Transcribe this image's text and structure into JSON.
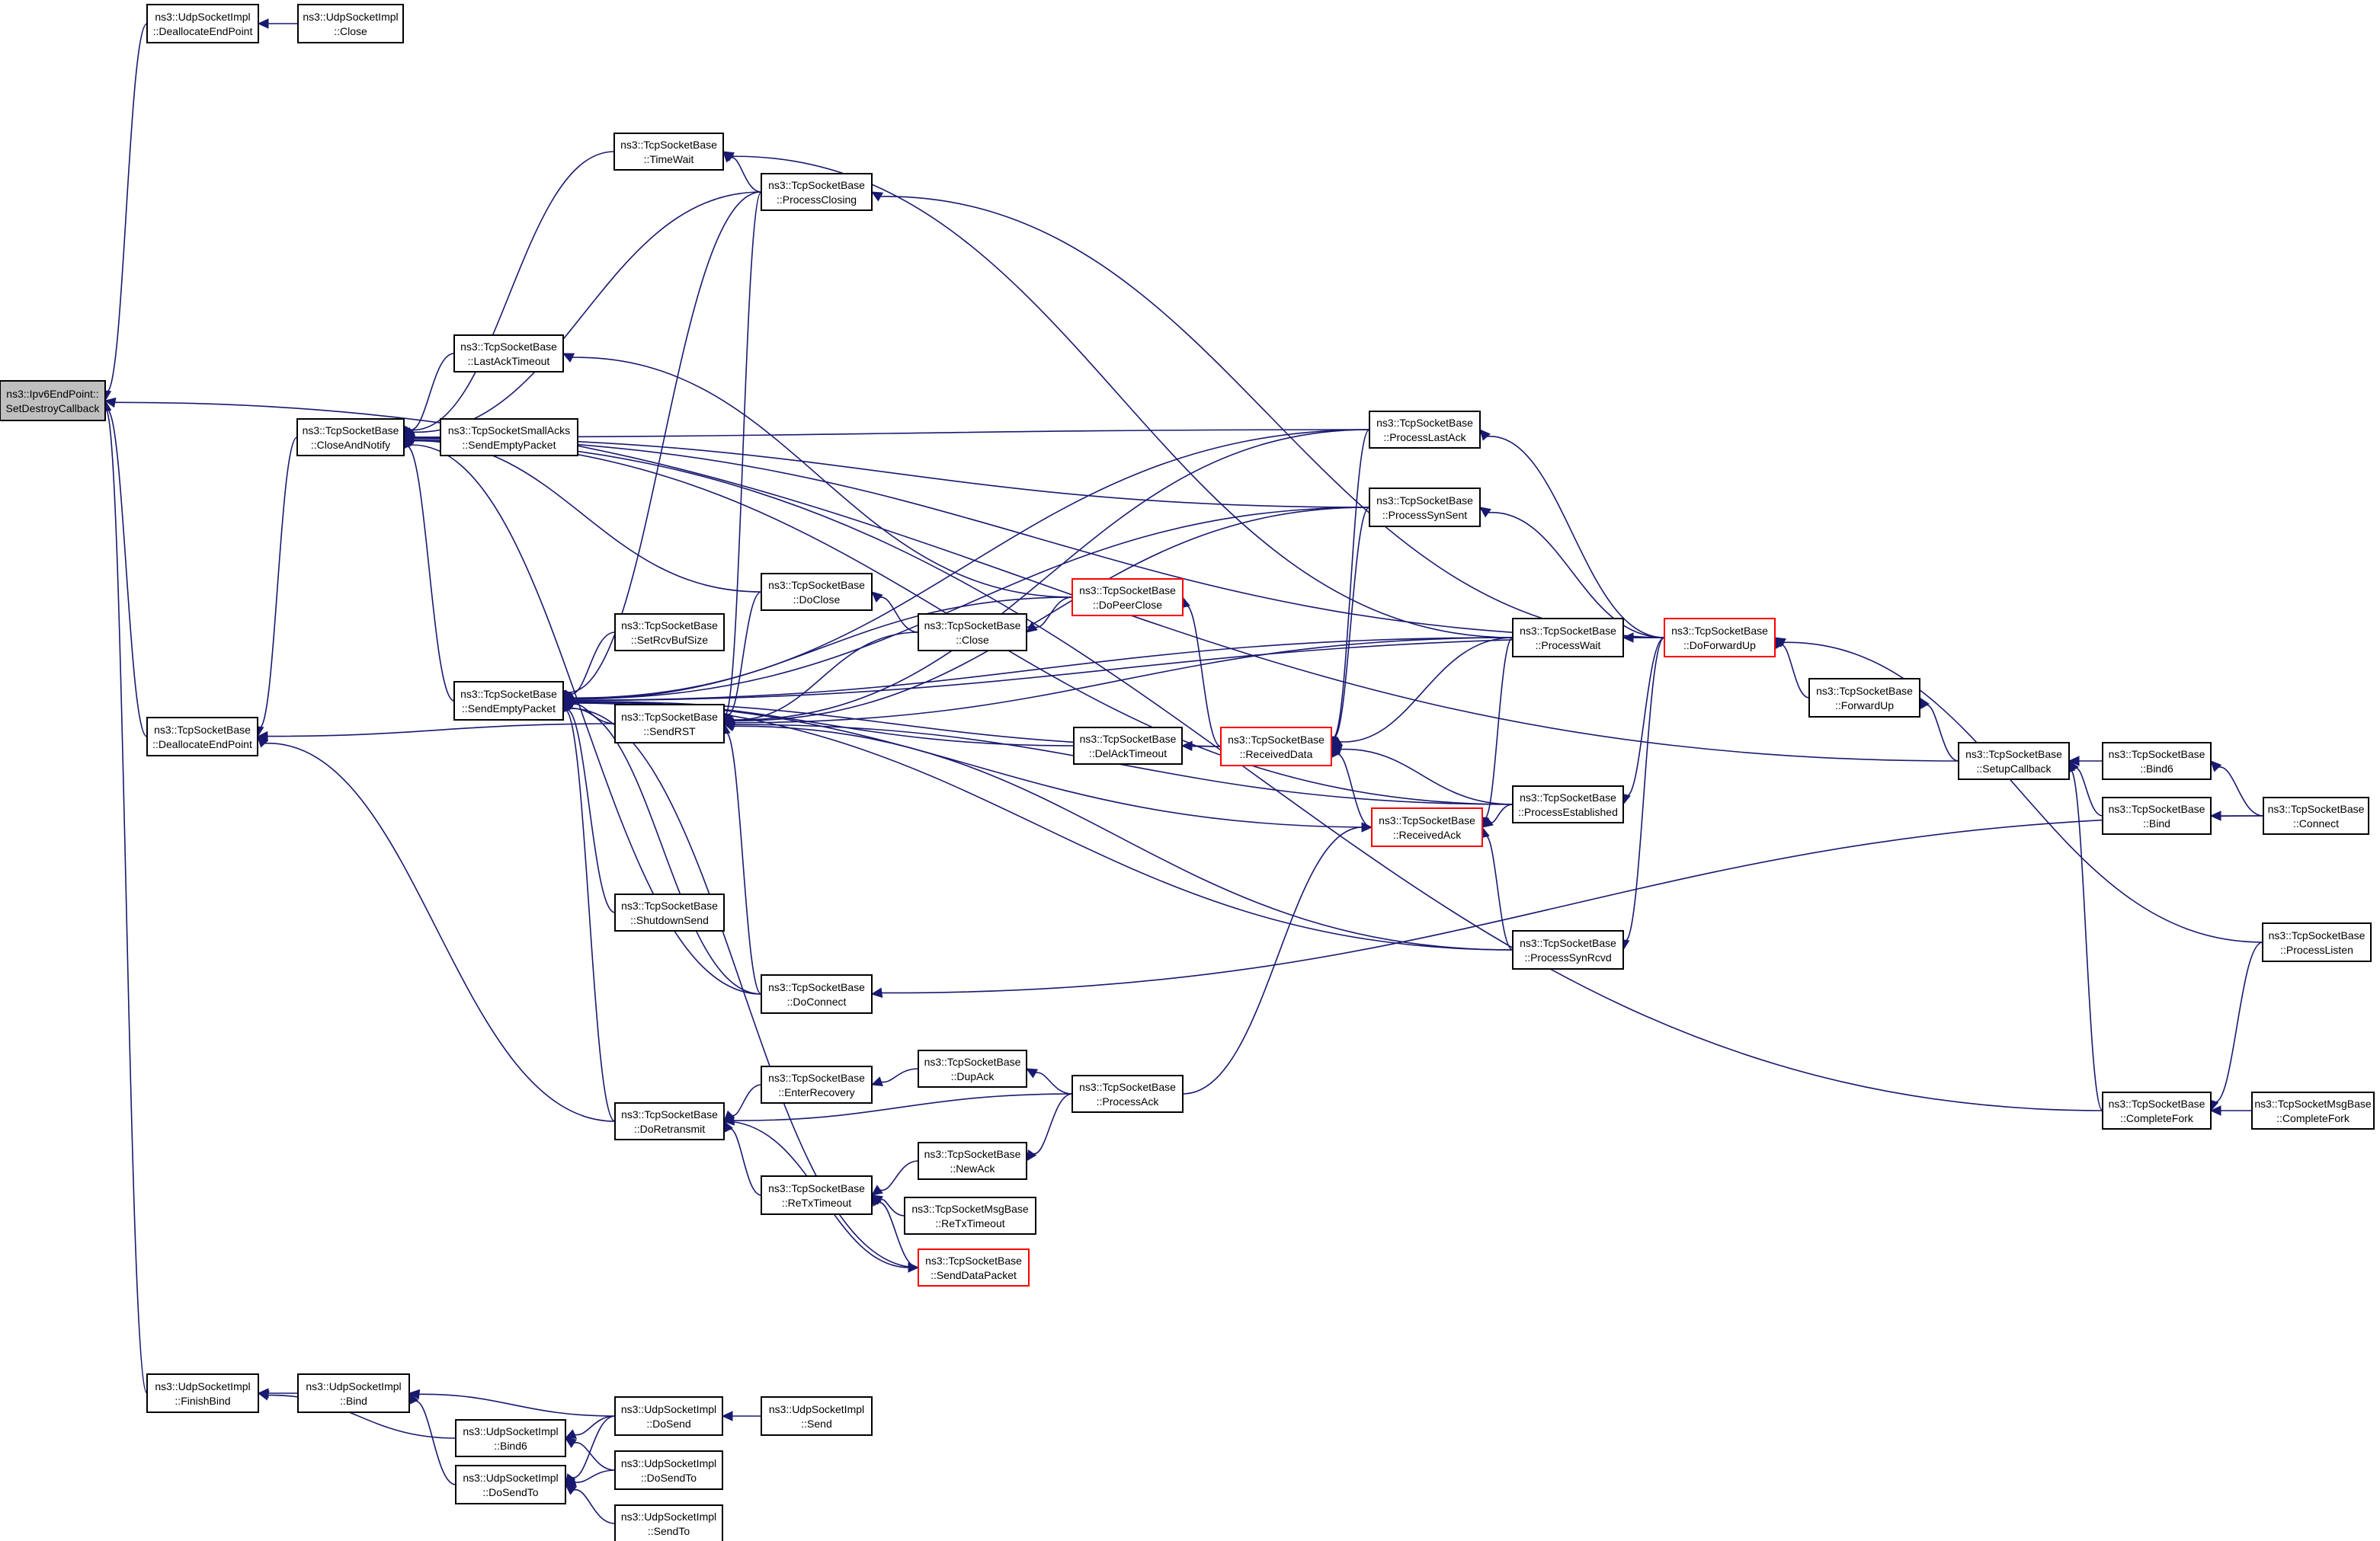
{
  "graph": {
    "colors": {
      "edge": "#191970",
      "node_border": "#000000",
      "highlight_border": "#ff0000",
      "root_fill": "#bfbfbf"
    },
    "nodes": [
      {
        "id": "setdestroy",
        "l1": "ns3::Ipv6EndPoint::",
        "l2": "SetDestroyCallback",
        "root": true
      },
      {
        "id": "udp_dealloc",
        "l1": "ns3::UdpSocketImpl",
        "l2": "::DeallocateEndPoint"
      },
      {
        "id": "udp_close",
        "l1": "ns3::UdpSocketImpl",
        "l2": "::Close"
      },
      {
        "id": "tcp_closenotify",
        "l1": "ns3::TcpSocketBase",
        "l2": "::CloseAndNotify"
      },
      {
        "id": "tcp_dealloc",
        "l1": "ns3::TcpSocketBase",
        "l2": "::DeallocateEndPoint"
      },
      {
        "id": "udp_finishbind",
        "l1": "ns3::UdpSocketImpl",
        "l2": "::FinishBind"
      },
      {
        "id": "tcp_lastacktimeout",
        "l1": "ns3::TcpSocketBase",
        "l2": "::LastAckTimeout"
      },
      {
        "id": "tcp_small_sendempty",
        "l1": "ns3::TcpSocketSmallAcks",
        "l2": "::SendEmptyPacket"
      },
      {
        "id": "tcp_timewait",
        "l1": "ns3::TcpSocketBase",
        "l2": "::TimeWait"
      },
      {
        "id": "tcp_processclosing",
        "l1": "ns3::TcpSocketBase",
        "l2": "::ProcessClosing"
      },
      {
        "id": "tcp_sendempty",
        "l1": "ns3::TcpSocketBase",
        "l2": "::SendEmptyPacket"
      },
      {
        "id": "tcp_setrcvbuf",
        "l1": "ns3::TcpSocketBase",
        "l2": "::SetRcvBufSize"
      },
      {
        "id": "tcp_sendrst",
        "l1": "ns3::TcpSocketBase",
        "l2": "::SendRST"
      },
      {
        "id": "tcp_shutdownsend",
        "l1": "ns3::TcpSocketBase",
        "l2": "::ShutdownSend"
      },
      {
        "id": "tcp_doclose",
        "l1": "ns3::TcpSocketBase",
        "l2": "::DoClose"
      },
      {
        "id": "tcp_close",
        "l1": "ns3::TcpSocketBase",
        "l2": "::Close"
      },
      {
        "id": "tcp_dopeerclose",
        "l1": "ns3::TcpSocketBase",
        "l2": "::DoPeerClose",
        "red": true
      },
      {
        "id": "tcp_delacktimeout",
        "l1": "ns3::TcpSocketBase",
        "l2": "::DelAckTimeout"
      },
      {
        "id": "tcp_receiveddata",
        "l1": "ns3::TcpSocketBase",
        "l2": "::ReceivedData",
        "red": true
      },
      {
        "id": "tcp_receivedack",
        "l1": "ns3::TcpSocketBase",
        "l2": "::ReceivedAck",
        "red": true
      },
      {
        "id": "tcp_doconnect",
        "l1": "ns3::TcpSocketBase",
        "l2": "::DoConnect"
      },
      {
        "id": "tcp_processlastack",
        "l1": "ns3::TcpSocketBase",
        "l2": "::ProcessLastAck"
      },
      {
        "id": "tcp_processsynsent",
        "l1": "ns3::TcpSocketBase",
        "l2": "::ProcessSynSent"
      },
      {
        "id": "tcp_processwait",
        "l1": "ns3::TcpSocketBase",
        "l2": "::ProcessWait"
      },
      {
        "id": "tcp_processestablished",
        "l1": "ns3::TcpSocketBase",
        "l2": "::ProcessEstablished"
      },
      {
        "id": "tcp_processsynrcvd",
        "l1": "ns3::TcpSocketBase",
        "l2": "::ProcessSynRcvd"
      },
      {
        "id": "tcp_doforwardup",
        "l1": "ns3::TcpSocketBase",
        "l2": "::DoForwardUp",
        "red": true
      },
      {
        "id": "tcp_forwardup",
        "l1": "ns3::TcpSocketBase",
        "l2": "::ForwardUp"
      },
      {
        "id": "tcp_setupcallback",
        "l1": "ns3::TcpSocketBase",
        "l2": "::SetupCallback"
      },
      {
        "id": "tcp_bind6",
        "l1": "ns3::TcpSocketBase",
        "l2": "::Bind6"
      },
      {
        "id": "tcp_bind",
        "l1": "ns3::TcpSocketBase",
        "l2": "::Bind"
      },
      {
        "id": "tcp_connect",
        "l1": "ns3::TcpSocketBase",
        "l2": "::Connect"
      },
      {
        "id": "tcp_processlisten",
        "l1": "ns3::TcpSocketBase",
        "l2": "::ProcessListen"
      },
      {
        "id": "tcp_completefork",
        "l1": "ns3::TcpSocketBase",
        "l2": "::CompleteFork"
      },
      {
        "id": "tcpmsg_completefork",
        "l1": "ns3::TcpSocketMsgBase",
        "l2": "::CompleteFork"
      },
      {
        "id": "tcp_enterrecovery",
        "l1": "ns3::TcpSocketBase",
        "l2": "::EnterRecovery"
      },
      {
        "id": "tcp_dupack",
        "l1": "ns3::TcpSocketBase",
        "l2": "::DupAck"
      },
      {
        "id": "tcp_processack",
        "l1": "ns3::TcpSocketBase",
        "l2": "::ProcessAck"
      },
      {
        "id": "tcp_doretransmit",
        "l1": "ns3::TcpSocketBase",
        "l2": "::DoRetransmit"
      },
      {
        "id": "tcp_newack",
        "l1": "ns3::TcpSocketBase",
        "l2": "::NewAck"
      },
      {
        "id": "tcp_retxtimeout",
        "l1": "ns3::TcpSocketBase",
        "l2": "::ReTxTimeout"
      },
      {
        "id": "tcpmsg_retxtimeout",
        "l1": "ns3::TcpSocketMsgBase",
        "l2": "::ReTxTimeout"
      },
      {
        "id": "tcp_senddatapacket",
        "l1": "ns3::TcpSocketBase",
        "l2": "::SendDataPacket",
        "red": true
      },
      {
        "id": "udp_bind",
        "l1": "ns3::UdpSocketImpl",
        "l2": "::Bind"
      },
      {
        "id": "udp_bind6",
        "l1": "ns3::UdpSocketImpl",
        "l2": "::Bind6"
      },
      {
        "id": "udp_dosend",
        "l1": "ns3::UdpSocketImpl",
        "l2": "::DoSend"
      },
      {
        "id": "udp_send",
        "l1": "ns3::UdpSocketImpl",
        "l2": "::Send"
      },
      {
        "id": "udp_dosendto",
        "l1": "ns3::UdpSocketImpl",
        "l2": "::DoSendTo"
      },
      {
        "id": "udp_dosendto2",
        "l1": "ns3::UdpSocketImpl",
        "l2": "::DoSendTo"
      },
      {
        "id": "udp_sendto",
        "l1": "ns3::UdpSocketImpl",
        "l2": "::SendTo"
      }
    ],
    "edges": [
      [
        "setdestroy",
        "udp_dealloc"
      ],
      [
        "setdestroy",
        "tcp_setupcallback"
      ],
      [
        "setdestroy",
        "tcp_dealloc"
      ],
      [
        "setdestroy",
        "udp_finishbind"
      ],
      [
        "udp_dealloc",
        "udp_close"
      ],
      [
        "tcp_closenotify",
        "tcp_lastacktimeout"
      ],
      [
        "tcp_closenotify",
        "tcp_small_sendempty"
      ],
      [
        "tcp_closenotify",
        "tcp_timewait"
      ],
      [
        "tcp_closenotify",
        "tcp_processclosing"
      ],
      [
        "tcp_closenotify",
        "tcp_processlastack"
      ],
      [
        "tcp_closenotify",
        "tcp_processsynsent"
      ],
      [
        "tcp_closenotify",
        "tcp_doforwardup"
      ],
      [
        "tcp_closenotify",
        "tcp_doclose"
      ],
      [
        "tcp_closenotify",
        "tcp_sendempty"
      ],
      [
        "tcp_closenotify",
        "tcp_doconnect"
      ],
      [
        "tcp_closenotify",
        "tcp_processestablished"
      ],
      [
        "tcp_closenotify",
        "tcp_completefork"
      ],
      [
        "tcp_dealloc",
        "tcp_closenotify"
      ],
      [
        "tcp_dealloc",
        "tcp_sendrst"
      ],
      [
        "tcp_dealloc",
        "tcp_doretransmit"
      ],
      [
        "tcp_timewait",
        "tcp_processclosing"
      ],
      [
        "tcp_timewait",
        "tcp_processwait"
      ],
      [
        "tcp_processclosing",
        "tcp_doforwardup"
      ],
      [
        "tcp_lastacktimeout",
        "tcp_dopeerclose"
      ],
      [
        "tcp_sendempty",
        "tcp_processclosing"
      ],
      [
        "tcp_sendempty",
        "tcp_processlastack"
      ],
      [
        "tcp_sendempty",
        "tcp_processsynsent"
      ],
      [
        "tcp_sendempty",
        "tcp_doforwardup"
      ],
      [
        "tcp_sendempty",
        "tcp_dopeerclose"
      ],
      [
        "tcp_sendempty",
        "tcp_processwait"
      ],
      [
        "tcp_sendempty",
        "tcp_setrcvbuf"
      ],
      [
        "tcp_sendempty",
        "tcp_sendrst"
      ],
      [
        "tcp_sendempty",
        "tcp_delacktimeout"
      ],
      [
        "tcp_sendempty",
        "tcp_receiveddata"
      ],
      [
        "tcp_sendempty",
        "tcp_receivedack"
      ],
      [
        "tcp_sendempty",
        "tcp_shutdownsend"
      ],
      [
        "tcp_sendempty",
        "tcp_processsynrcvd"
      ],
      [
        "tcp_sendempty",
        "tcp_doconnect"
      ],
      [
        "tcp_sendempty",
        "tcp_doretransmit"
      ],
      [
        "tcp_sendempty",
        "tcp_senddatapacket"
      ],
      [
        "tcp_sendrst",
        "tcp_processclosing"
      ],
      [
        "tcp_sendrst",
        "tcp_processlastack"
      ],
      [
        "tcp_sendrst",
        "tcp_processsynsent"
      ],
      [
        "tcp_sendrst",
        "tcp_doclose"
      ],
      [
        "tcp_sendrst",
        "tcp_close"
      ],
      [
        "tcp_sendrst",
        "tcp_processwait"
      ],
      [
        "tcp_sendrst",
        "tcp_processestablished"
      ],
      [
        "tcp_sendrst",
        "tcp_processsynrcvd"
      ],
      [
        "tcp_sendrst",
        "tcp_doconnect"
      ],
      [
        "tcp_doclose",
        "tcp_close"
      ],
      [
        "tcp_close",
        "tcp_dopeerclose"
      ],
      [
        "tcp_dopeerclose",
        "tcp_receiveddata"
      ],
      [
        "tcp_delacktimeout",
        "tcp_receiveddata"
      ],
      [
        "tcp_receiveddata",
        "tcp_processlastack"
      ],
      [
        "tcp_receiveddata",
        "tcp_processsynsent"
      ],
      [
        "tcp_receiveddata",
        "tcp_processwait"
      ],
      [
        "tcp_receiveddata",
        "tcp_receivedack"
      ],
      [
        "tcp_receiveddata",
        "tcp_processestablished"
      ],
      [
        "tcp_receivedack",
        "tcp_processwait"
      ],
      [
        "tcp_receivedack",
        "tcp_processestablished"
      ],
      [
        "tcp_receivedack",
        "tcp_processsynrcvd"
      ],
      [
        "tcp_receivedack",
        "tcp_processack"
      ],
      [
        "tcp_doconnect",
        "tcp_connect"
      ],
      [
        "tcp_processlastack",
        "tcp_doforwardup"
      ],
      [
        "tcp_processsynsent",
        "tcp_doforwardup"
      ],
      [
        "tcp_processwait",
        "tcp_doforwardup"
      ],
      [
        "tcp_processestablished",
        "tcp_doforwardup"
      ],
      [
        "tcp_processsynrcvd",
        "tcp_doforwardup"
      ],
      [
        "tcp_doforwardup",
        "tcp_forwardup"
      ],
      [
        "tcp_doforwardup",
        "tcp_processlisten"
      ],
      [
        "tcp_forwardup",
        "tcp_setupcallback"
      ],
      [
        "tcp_setupcallback",
        "tcp_bind6"
      ],
      [
        "tcp_setupcallback",
        "tcp_bind"
      ],
      [
        "tcp_setupcallback",
        "tcp_completefork"
      ],
      [
        "tcp_bind6",
        "tcp_connect"
      ],
      [
        "tcp_bind",
        "tcp_connect"
      ],
      [
        "tcp_completefork",
        "tcp_processlisten"
      ],
      [
        "tcp_completefork",
        "tcpmsg_completefork"
      ],
      [
        "tcp_doretransmit",
        "tcp_enterrecovery"
      ],
      [
        "tcp_doretransmit",
        "tcp_processack"
      ],
      [
        "tcp_doretransmit",
        "tcp_retxtimeout"
      ],
      [
        "tcp_enterrecovery",
        "tcp_dupack"
      ],
      [
        "tcp_dupack",
        "tcp_processack"
      ],
      [
        "tcp_newack",
        "tcp_processack"
      ],
      [
        "tcp_retxtimeout",
        "tcp_newack"
      ],
      [
        "tcp_retxtimeout",
        "tcpmsg_retxtimeout"
      ],
      [
        "tcp_retxtimeout",
        "tcp_senddatapacket"
      ],
      [
        "tcp_senddatapacket",
        "tcp_doretransmit"
      ],
      [
        "udp_finishbind",
        "udp_bind"
      ],
      [
        "udp_finishbind",
        "udp_bind6"
      ],
      [
        "udp_bind",
        "udp_dosend"
      ],
      [
        "udp_bind",
        "udp_dosendto"
      ],
      [
        "udp_bind6",
        "udp_dosend"
      ],
      [
        "udp_bind6",
        "udp_dosendto2"
      ],
      [
        "udp_dosend",
        "udp_send"
      ],
      [
        "udp_dosendto",
        "udp_dosend"
      ],
      [
        "udp_dosendto",
        "udp_dosendto2"
      ],
      [
        "udp_dosendto",
        "udp_sendto"
      ]
    ]
  }
}
